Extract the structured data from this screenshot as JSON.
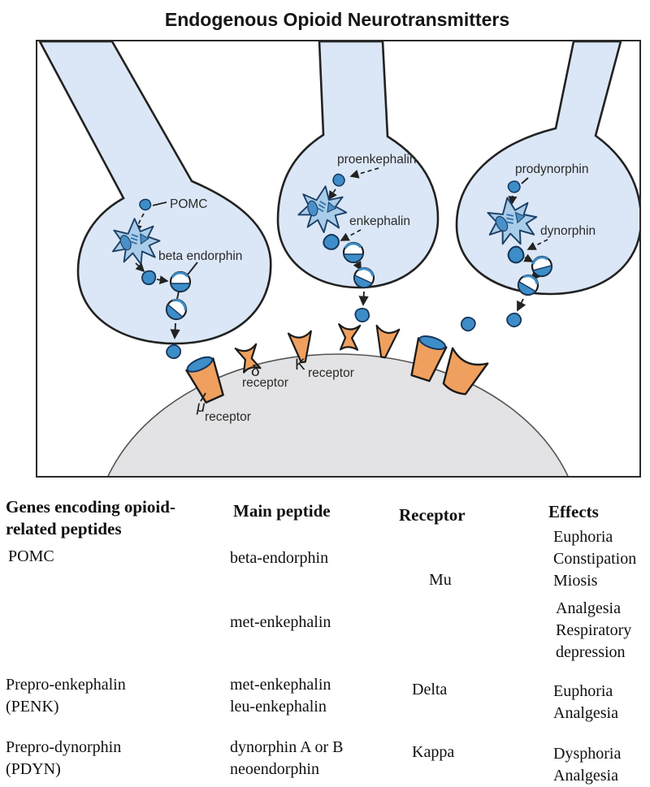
{
  "title": "Endogenous Opioid Neurotransmitters",
  "diagram": {
    "neuron_labels": {
      "pomc": "POMC",
      "beta_endorphin": "beta endorphin",
      "proenkephalin": "proenkephalin",
      "enkephalin": "enkephalin",
      "prodynorphin": "prodynorphin",
      "dynorphin": "dynorphin"
    },
    "receptor_labels": {
      "mu_symbol": "μ",
      "mu_word": "receptor",
      "delta_symbol": "δ",
      "delta_word": "receptor",
      "kappa_symbol": "K",
      "kappa_word": "receptor"
    },
    "colors": {
      "neuron_fill": "#dbe7f6",
      "outline": "#222222",
      "vesicle_blue": "#3d8dc8",
      "organelle_blue": "#a9cce9",
      "postsynaptic_gray": "#e3e3e5",
      "receptor_orange": "#f0a05e"
    }
  },
  "table": {
    "headers": {
      "genes_line1": "Genes encoding opioid-",
      "genes_line2": "related peptides",
      "main_peptide": "Main peptide",
      "receptor": "Receptor",
      "effects": "Effects"
    },
    "rows": [
      {
        "gene_line1": "POMC",
        "gene_line2": "",
        "peptide1": "beta-endorphin",
        "peptide2": "met-enkephalin",
        "receptor": "Mu",
        "effects1": [
          "Euphoria",
          "Constipation",
          "Miosis"
        ],
        "effects2": [
          "Analgesia",
          "Respiratory",
          "depression"
        ]
      },
      {
        "gene_line1": "Prepro-enkephalin",
        "gene_line2": "(PENK)",
        "peptide1": "met-enkephalin",
        "peptide2": "leu-enkephalin",
        "receptor": "Delta",
        "effects1": [
          "Euphoria",
          "Analgesia"
        ]
      },
      {
        "gene_line1": "Prepro-dynorphin",
        "gene_line2": "(PDYN)",
        "peptide1": "dynorphin A or B",
        "peptide2": "neoendorphin",
        "receptor": "Kappa",
        "effects1": [
          "Dysphoria",
          "Analgesia"
        ]
      }
    ]
  }
}
